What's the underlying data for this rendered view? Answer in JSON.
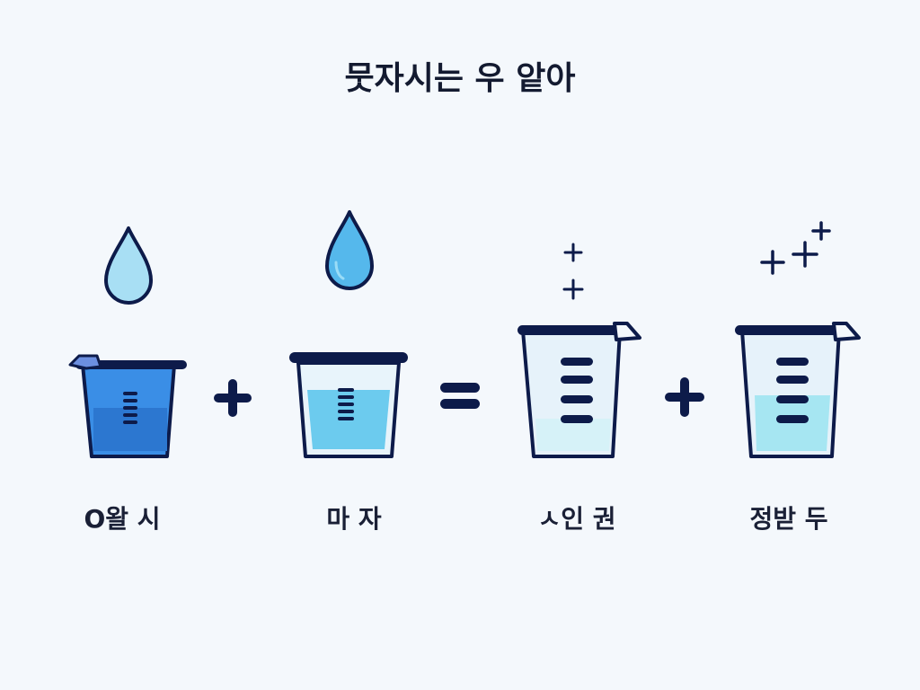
{
  "title": "뭇자시는 우 앝아",
  "colors": {
    "background": "#f4f8fc",
    "outline": "#0d1b4a",
    "cup1_fill": "#3a8ee6",
    "cup1_water": "#2c77d0",
    "cup2_water": "#6ccbee",
    "cup_glass": "#e8f4fb",
    "drop1": "#a8dff4",
    "drop2": "#55b8ec",
    "cup4_water": "#a6e6f2"
  },
  "items": [
    {
      "label": "O왈 시",
      "icon": "beaker-filled-blue-icon",
      "drop": "light-water-drop-icon"
    },
    {
      "label": "마 자",
      "icon": "beaker-half-water-icon",
      "drop": "water-drop-icon"
    },
    {
      "label": "ㅅ인 권",
      "icon": "beaker-empty-icon",
      "sparkle": "plus-sparkles-icon"
    },
    {
      "label": "정받 두",
      "icon": "beaker-low-water-icon",
      "sparkle": "plus-sparkles-icon"
    }
  ],
  "operators": [
    "+",
    "=",
    "+"
  ]
}
